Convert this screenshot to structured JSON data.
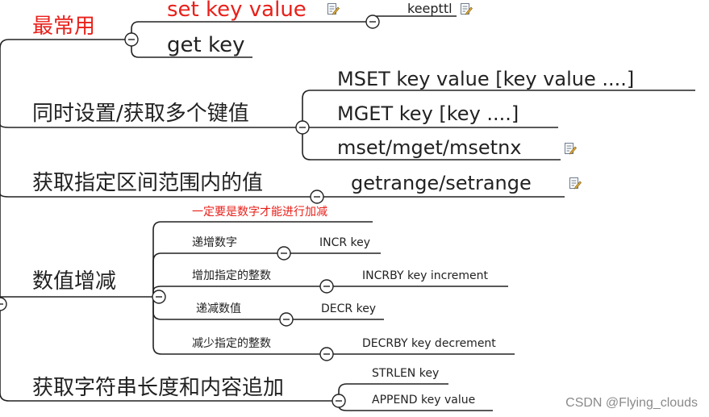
{
  "root": {
    "topics": [
      {
        "label": "最常用",
        "children": [
          {
            "label": "set key value",
            "children": [
              {
                "label": "keepttl"
              }
            ]
          },
          {
            "label": "get key"
          }
        ]
      },
      {
        "label": "同时设置/获取多个键值",
        "children": [
          {
            "label": "MSET key value [key value ....]"
          },
          {
            "label": "MGET key [key ....]"
          },
          {
            "label": "mset/mget/msetnx"
          }
        ]
      },
      {
        "label": "获取指定区间范围内的值",
        "children": [
          {
            "label": "getrange/setrange"
          }
        ]
      },
      {
        "label": "数值增减",
        "children": [
          {
            "label": "一定要是数字才能进行加减"
          },
          {
            "label": "递增数字",
            "children": [
              {
                "label": "INCR key"
              }
            ]
          },
          {
            "label": "增加指定的整数",
            "children": [
              {
                "label": "INCRBY key increment"
              }
            ]
          },
          {
            "label": "递减数值",
            "children": [
              {
                "label": "DECR key"
              }
            ]
          },
          {
            "label": "减少指定的整数",
            "children": [
              {
                "label": "DECRBY key decrement"
              }
            ]
          }
        ]
      },
      {
        "label": "获取字符串长度和内容追加",
        "children": [
          {
            "label": "STRLEN key"
          },
          {
            "label": "APPEND key value"
          }
        ]
      }
    ]
  },
  "watermark": "CSDN @Flying_clouds",
  "colors": {
    "line": "#222222",
    "highlight": "#e8201a",
    "watermark": "#8a8a8a"
  },
  "icons": {
    "collapse": "minus-circle-icon",
    "note": "note-edit-icon"
  }
}
